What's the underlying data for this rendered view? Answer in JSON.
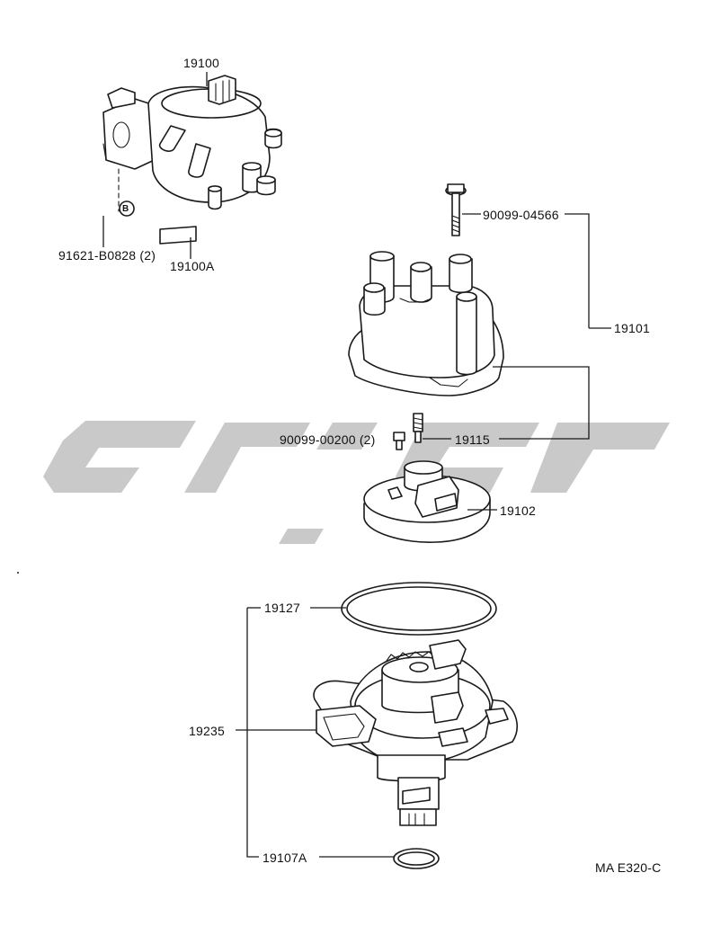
{
  "diagram": {
    "reference_code": "MA E320-C",
    "parts": {
      "distributor_assy": "19100",
      "label_b_symbol": "B",
      "clamp": "91621-B0828 (2)",
      "label_plate": "19100A",
      "screw_cap": "90099-04566",
      "cap_assy": "19101",
      "screw_rotor": "90099-00200 (2)",
      "electrode_insert": "19115",
      "rotor": "19102",
      "oring_housing": "19127",
      "housing_assy": "19235",
      "oring_shaft": "19107A"
    }
  },
  "colors": {
    "line": "#1a1a1a",
    "watermark": "#c9c9c9",
    "background": "#ffffff"
  }
}
